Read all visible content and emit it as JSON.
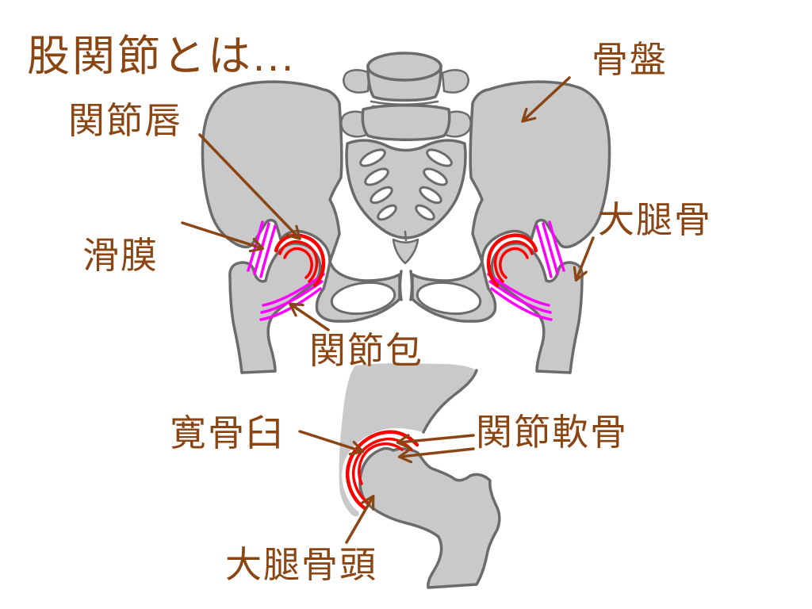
{
  "title": "股関節とは...",
  "labels": {
    "labrum": "関節唇",
    "pelvis": "骨盤",
    "synovium": "滑膜",
    "femur": "大腿骨",
    "joint_capsule": "関節包",
    "acetabulum": "寛骨臼",
    "articular_cartilage": "関節軟骨",
    "femoral_head": "大腿骨頭"
  },
  "palette": {
    "label_brown": "#8a4513",
    "bone_fill": "#c9c9c9",
    "bone_outline": "#6b6b6b",
    "cartilage_red": "#ff0000",
    "membrane_magenta": "#ff00ff",
    "background": "#ffffff"
  }
}
